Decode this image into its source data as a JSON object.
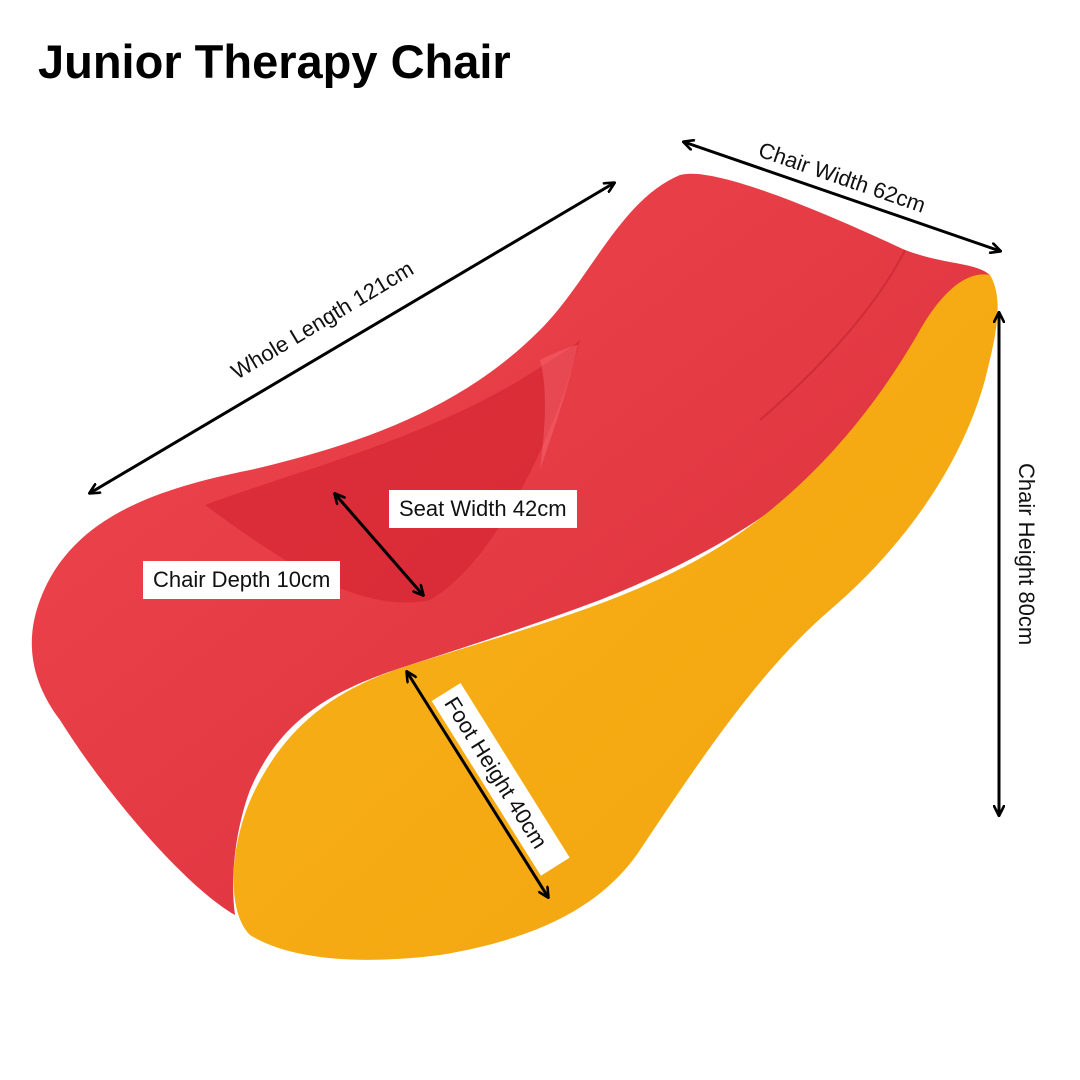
{
  "title": "Junior Therapy Chair",
  "colors": {
    "seat_red": "#e93a46",
    "side_yellow": "#f7ae14",
    "arrow": "#000000"
  },
  "dimensions": {
    "whole_length": "Whole Length 121cm",
    "chair_width": "Chair Width 62cm",
    "chair_height": "Chair Height 80cm",
    "seat_width": "Seat Width 42cm",
    "chair_depth": "Chair Depth 10cm",
    "foot_height": "Foot Height 40cm"
  }
}
